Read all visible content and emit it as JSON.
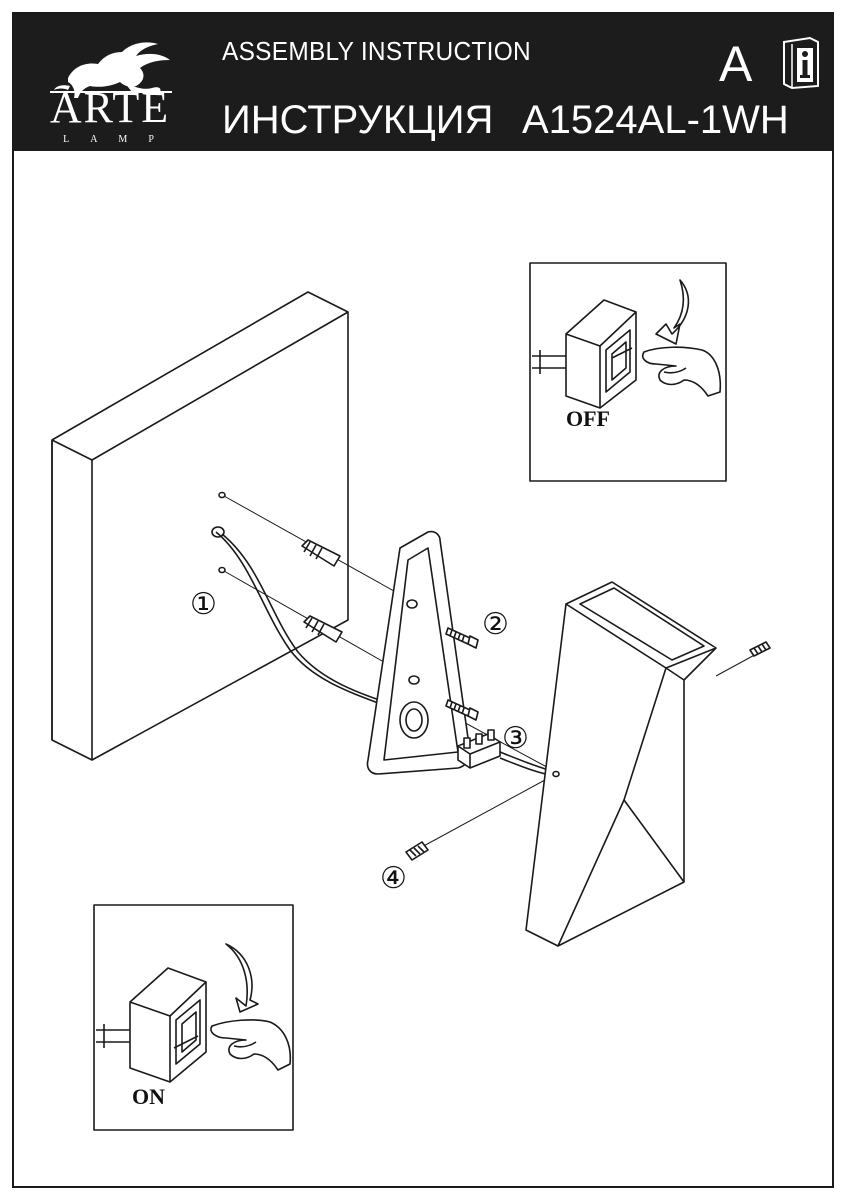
{
  "header": {
    "brand": "ARTE",
    "brand_sub": "LAMP",
    "title_en": "ASSEMBLY INSTRUCTION",
    "title_ru": "ИНСТРУКЦИЯ",
    "model": "A1524AL-1WH",
    "lang_letter": "A",
    "icon": "info-manual-icon"
  },
  "steps": {
    "step1": "①",
    "step2": "②",
    "step3": "③",
    "step4": "④"
  },
  "panels": {
    "off_label": "OFF",
    "on_label": "ON"
  },
  "colors": {
    "header_bg": "#1c1c1c",
    "line": "#1a1a1a"
  }
}
